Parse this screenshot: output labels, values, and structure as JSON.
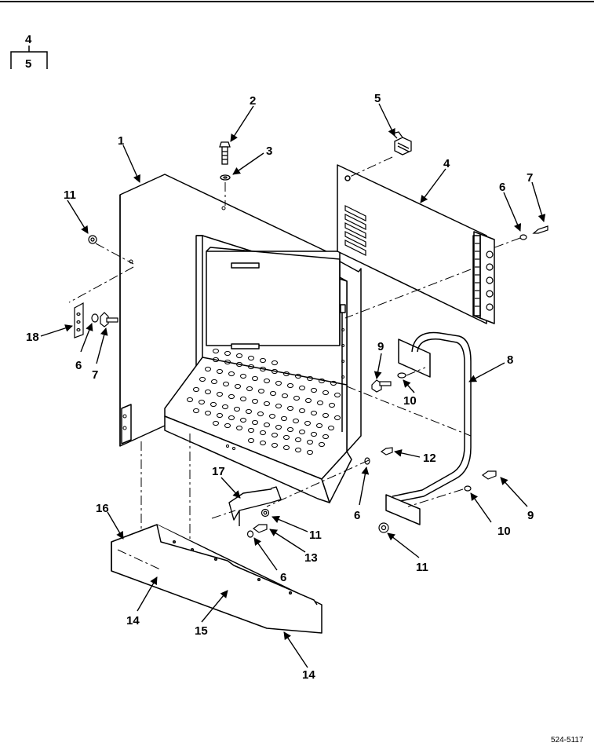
{
  "hierarchy": {
    "parent": "4",
    "child": "5"
  },
  "callouts": {
    "c1": "1",
    "c2": "2",
    "c3": "3",
    "c4": "4",
    "c5": "5",
    "c6a": "6",
    "c6b": "6",
    "c6c": "6",
    "c6d": "6",
    "c7a": "7",
    "c7b": "7",
    "c8": "8",
    "c9a": "9",
    "c9b": "9",
    "c10a": "10",
    "c10b": "10",
    "c11a": "11",
    "c11b": "11",
    "c11c": "11",
    "c12": "12",
    "c13": "13",
    "c14a": "14",
    "c14b": "14",
    "c15": "15",
    "c16": "16",
    "c17": "17",
    "c18": "18"
  },
  "figure_number": "524-5117"
}
